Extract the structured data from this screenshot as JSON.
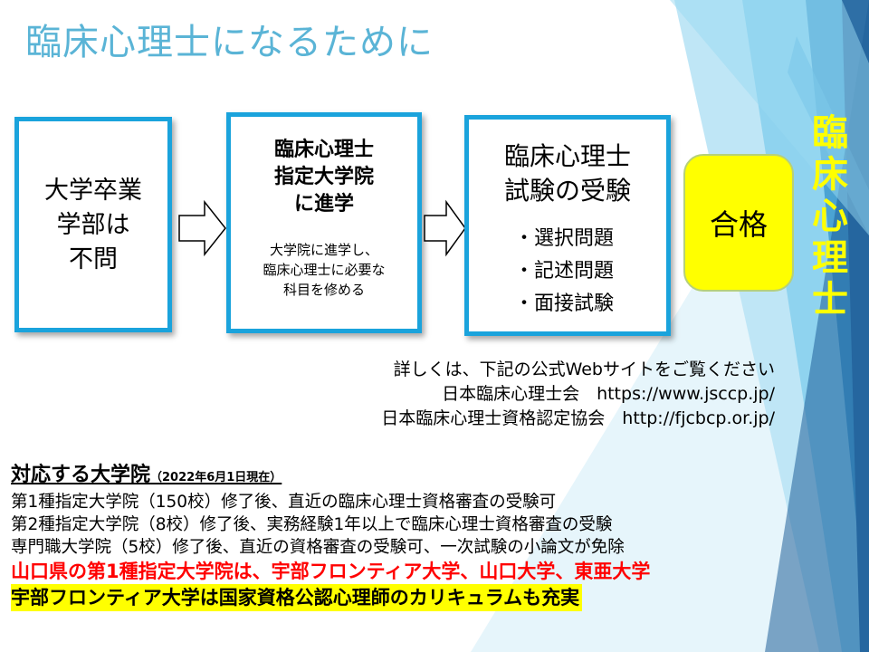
{
  "title": "臨床心理士になるために",
  "steps": {
    "step1": {
      "text": "大学卒業\n学部は\n不問"
    },
    "step2": {
      "heading": "臨床心理士\n指定大学院\nに進学",
      "sub": "大学院に進学し、\n臨床心理士に必要な\n科目を修める"
    },
    "step3": {
      "heading": "臨床心理士\n試験の受験",
      "items": [
        "・選択問題",
        "・記述問題",
        "・面接試験"
      ]
    },
    "pass": "合格"
  },
  "vertical_label": [
    "臨",
    "床",
    "心",
    "理",
    "士"
  ],
  "info": {
    "lines": [
      "詳しくは、下記の公式Webサイトをご覧ください",
      "日本臨床心理士会　https://www.jsccp.jp/",
      "日本臨床心理士資格認定協会　http://fjcbcp.or.jp/"
    ]
  },
  "universities": {
    "heading": "対応する大学院",
    "date": "（2022年6月1日現在）",
    "lines": [
      "第1種指定大学院（150校）修了後、直近の臨床心理士資格審査の受験可",
      "第2種指定大学院（8校）修了後、実務経験1年以上で臨床心理士資格審査の受験",
      "専門職大学院（5校）修了後、直近の資格審査の受験可、一次試験の小論文が免除"
    ],
    "red_line": "山口県の第1種指定大学院は、宇部フロンティア大学、山口大学、東亜大学",
    "highlight_line": "宇部フロンティア大学は国家資格公認心理師のカリキュラムも充実"
  },
  "colors": {
    "accent": "#1aa3dc",
    "title": "#5ab4d6",
    "highlight": "#ffff00",
    "alert": "#ff0000",
    "band_dark": "#2e6fa6",
    "band_light": "#7fd0ef"
  }
}
